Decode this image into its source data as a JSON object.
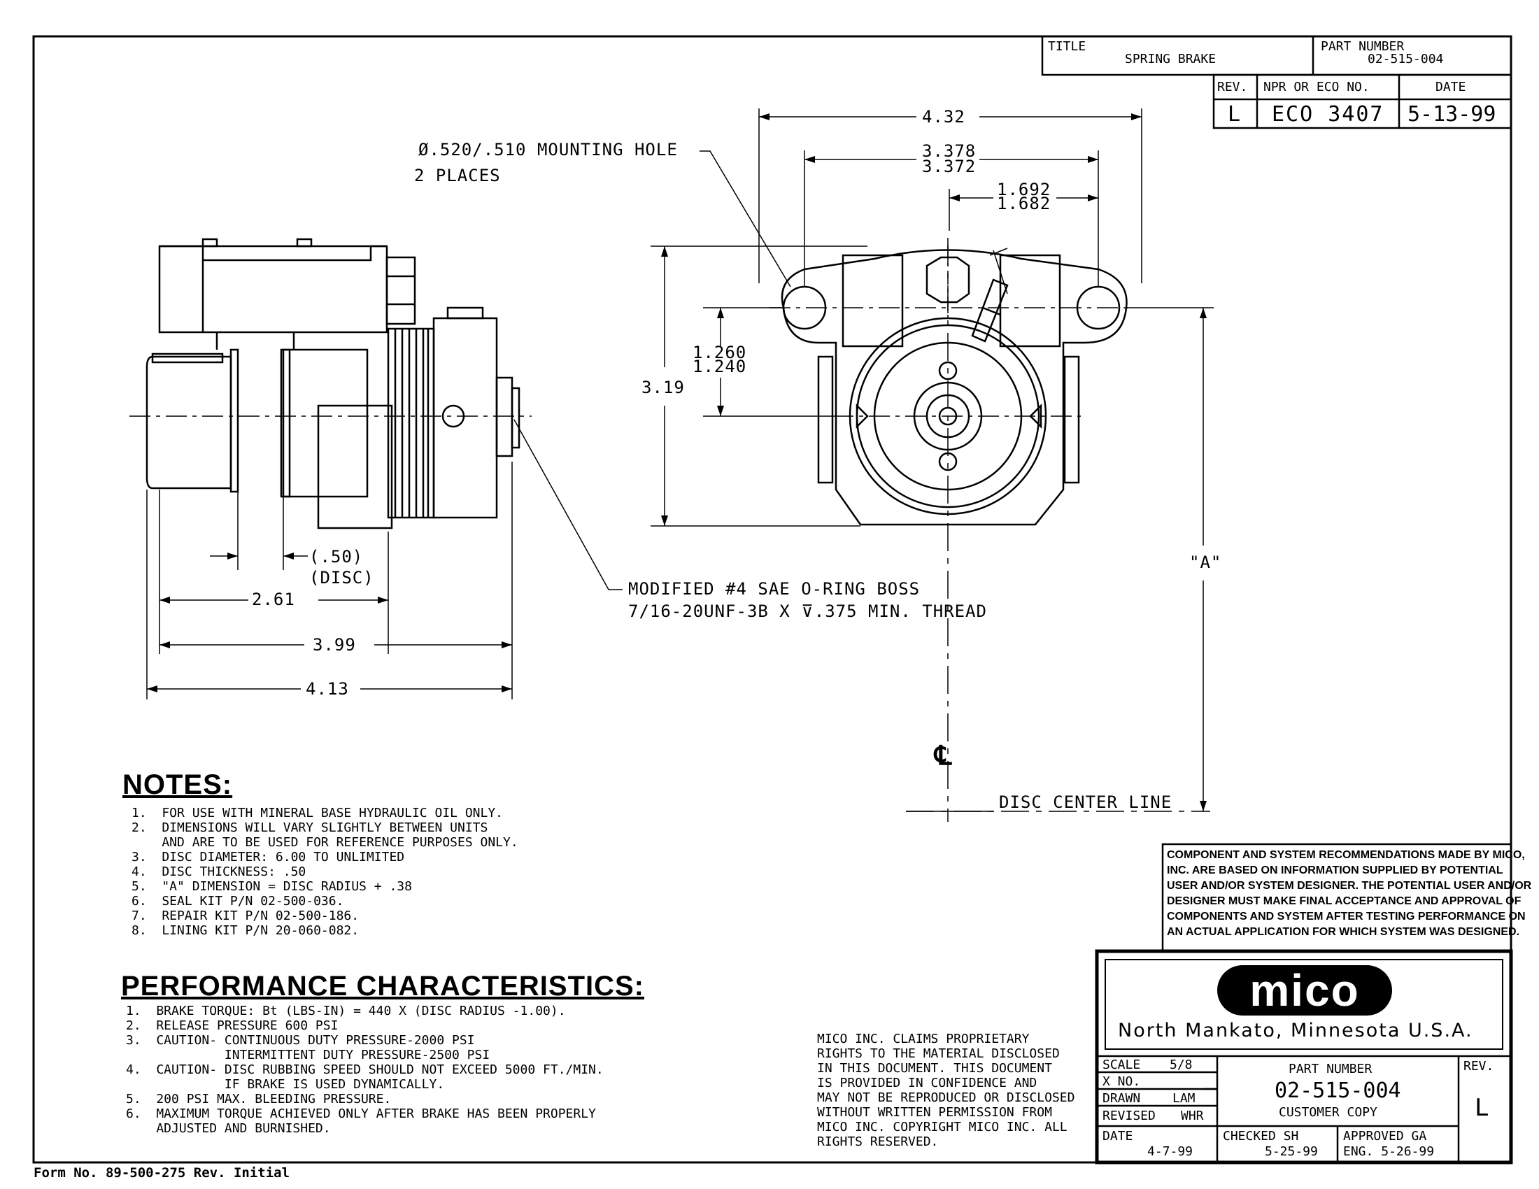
{
  "title_block": {
    "title_label": "TITLE",
    "title_value": "SPRING BRAKE",
    "part_number_label": "PART NUMBER",
    "part_number_value": "02-515-004",
    "rev_label": "REV.",
    "npr_label": "NPR OR ECO NO.",
    "date_label": "DATE",
    "rev_value": "L",
    "eco_value": "ECO 3407",
    "date_value": "5-13-99"
  },
  "dimensions": {
    "front_width": "4.32",
    "hole_spacing_max": "3.378",
    "hole_spacing_min": "3.372",
    "half_spacing_max": "1.692",
    "half_spacing_min": "1.682",
    "height": "3.19",
    "center_offset_max": "1.260",
    "center_offset_min": "1.240",
    "a_dim": "\"A\"",
    "disc_thickness": "(.50)",
    "disc_label": "(DISC)",
    "side_261": "2.61",
    "side_399": "3.99",
    "side_413": "4.13"
  },
  "callouts": {
    "mounting_hole_1": "Ø.520/.510 MOUNTING HOLE",
    "mounting_hole_2": "2 PLACES",
    "oring_1": "MODIFIED #4 SAE O-RING BOSS",
    "oring_2": "7/16-20UNF-3B X ⊽.375 MIN. THREAD",
    "disc_center_line": "DISC CENTER LINE",
    "centerline_symbol": "℄"
  },
  "notes": {
    "heading": "NOTES:",
    "items": [
      "1.  FOR USE WITH MINERAL BASE HYDRAULIC OIL ONLY.",
      "2.  DIMENSIONS WILL VARY SLIGHTLY BETWEEN UNITS",
      "    AND ARE TO BE USED FOR REFERENCE PURPOSES ONLY.",
      "3.  DISC DIAMETER: 6.00 TO UNLIMITED",
      "4.  DISC THICKNESS: .50",
      "5.  \"A\" DIMENSION = DISC RADIUS + .38",
      "6.  SEAL KIT P/N 02-500-036.",
      "7.  REPAIR KIT P/N 02-500-186.",
      "8.  LINING KIT P/N 20-060-082."
    ]
  },
  "performance": {
    "heading": "PERFORMANCE CHARACTERISTICS:",
    "items": [
      "1.  BRAKE TORQUE: Bt (LBS-IN) = 440 X (DISC RADIUS -1.00).",
      "2.  RELEASE PRESSURE 600 PSI",
      "3.  CAUTION- CONTINUOUS DUTY PRESSURE-2000 PSI",
      "             INTERMITTENT DUTY PRESSURE-2500 PSI",
      "4.  CAUTION- DISC RUBBING SPEED SHOULD NOT EXCEED 5000 FT./MIN.",
      "             IF BRAKE IS USED DYNAMICALLY.",
      "5.  200 PSI MAX. BLEEDING PRESSURE.",
      "6.  MAXIMUM TORQUE ACHIEVED ONLY AFTER BRAKE HAS BEEN PROPERLY",
      "    ADJUSTED AND BURNISHED."
    ]
  },
  "disclaimer": {
    "lines": [
      "COMPONENT AND SYSTEM RECOMMENDATIONS MADE BY MICO,",
      "INC. ARE BASED ON INFORMATION SUPPLIED BY POTENTIAL",
      "USER AND/OR SYSTEM DESIGNER.  THE POTENTIAL USER AND/OR",
      "DESIGNER MUST MAKE FINAL ACCEPTANCE AND APPROVAL OF",
      "COMPONENTS AND SYSTEM AFTER TESTING PERFORMANCE ON",
      "AN ACTUAL APPLICATION FOR WHICH SYSTEM WAS DESIGNED."
    ]
  },
  "proprietary": {
    "lines": [
      "MICO INC. CLAIMS PROPRIETARY",
      "RIGHTS TO THE MATERIAL DISCLOSED",
      "IN THIS DOCUMENT. THIS DOCUMENT",
      "IS PROVIDED IN CONFIDENCE AND",
      "MAY NOT BE REPRODUCED OR DISCLOSED",
      "WITHOUT WRITTEN PERMISSION FROM",
      "MICO INC. COPYRIGHT MICO INC. ALL",
      "RIGHTS RESERVED."
    ]
  },
  "company": {
    "logo_text": "mico",
    "location": "North Mankato, Minnesota U.S.A."
  },
  "bottom_block": {
    "scale_label": "SCALE",
    "scale_value": "5/8",
    "xno_label": "X NO.",
    "drawn_label": "DRAWN",
    "drawn_value": "LAM",
    "revised_label": "REVISED",
    "revised_value": "WHR",
    "date_label": "DATE",
    "date_value": "4-7-99",
    "part_number_label": "PART NUMBER",
    "part_number_value": "02-515-004",
    "copy_label": "CUSTOMER COPY",
    "rev_label": "REV.",
    "rev_value": "L",
    "checked_label": "CHECKED",
    "checked_value": "SH",
    "checked_date": "5-25-99",
    "approved_label": "APPROVED",
    "approved_value": "GA",
    "eng_label": "ENG.",
    "eng_date": "5-26-99"
  },
  "form_number": "Form No. 89-500-275  Rev. Initial"
}
